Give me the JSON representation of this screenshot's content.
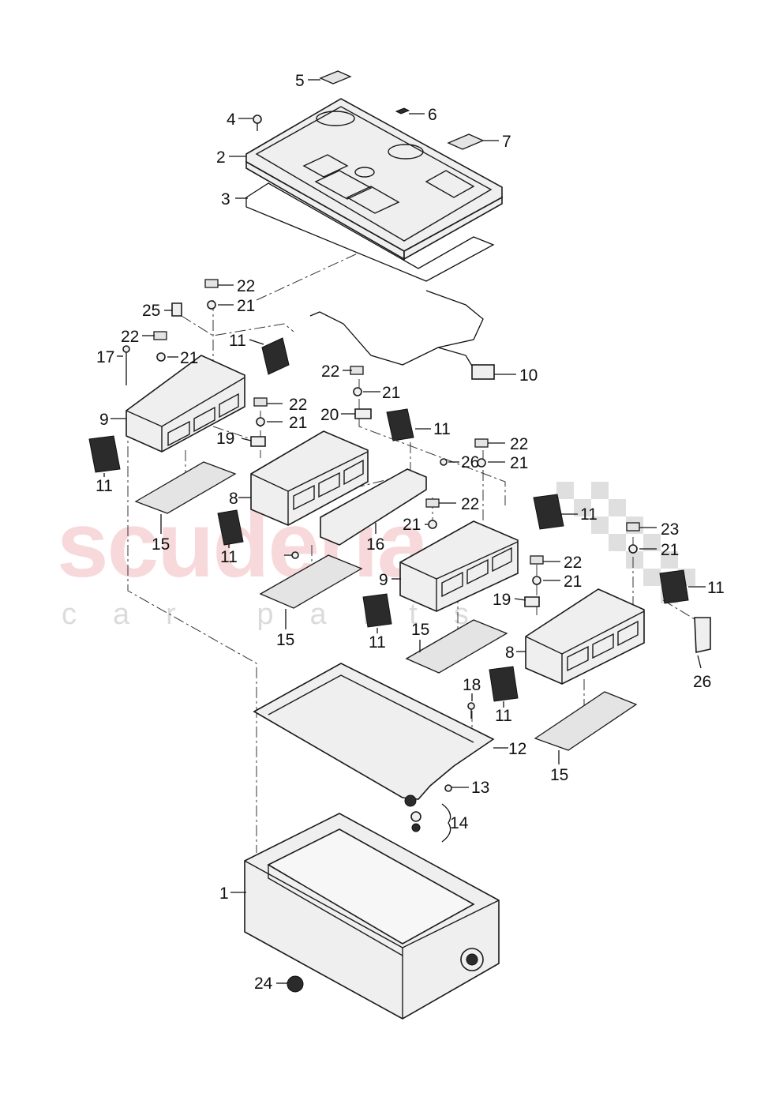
{
  "watermark": {
    "brand": "scuderia",
    "sub": "car parts"
  },
  "callouts": [
    {
      "id": "c1",
      "text": "1"
    },
    {
      "id": "c2",
      "text": "2"
    },
    {
      "id": "c3",
      "text": "3"
    },
    {
      "id": "c4",
      "text": "4"
    },
    {
      "id": "c5",
      "text": "5"
    },
    {
      "id": "c6",
      "text": "6"
    },
    {
      "id": "c7",
      "text": "7"
    },
    {
      "id": "c8a",
      "text": "8"
    },
    {
      "id": "c8b",
      "text": "8"
    },
    {
      "id": "c9a",
      "text": "9"
    },
    {
      "id": "c9b",
      "text": "9"
    },
    {
      "id": "c10",
      "text": "10"
    },
    {
      "id": "c11a",
      "text": "11"
    },
    {
      "id": "c11b",
      "text": "11"
    },
    {
      "id": "c11c",
      "text": "11"
    },
    {
      "id": "c11d",
      "text": "11"
    },
    {
      "id": "c11e",
      "text": "11"
    },
    {
      "id": "c11f",
      "text": "11"
    },
    {
      "id": "c11g",
      "text": "11"
    },
    {
      "id": "c11h",
      "text": "11"
    },
    {
      "id": "c12",
      "text": "12"
    },
    {
      "id": "c13",
      "text": "13"
    },
    {
      "id": "c14",
      "text": "14"
    },
    {
      "id": "c15a",
      "text": "15"
    },
    {
      "id": "c15b",
      "text": "15"
    },
    {
      "id": "c15c",
      "text": "15"
    },
    {
      "id": "c15d",
      "text": "15"
    },
    {
      "id": "c16",
      "text": "16"
    },
    {
      "id": "c17",
      "text": "17"
    },
    {
      "id": "c18",
      "text": "18"
    },
    {
      "id": "c19a",
      "text": "19"
    },
    {
      "id": "c19b",
      "text": "19"
    },
    {
      "id": "c20",
      "text": "20"
    },
    {
      "id": "c21a",
      "text": "21"
    },
    {
      "id": "c21b",
      "text": "21"
    },
    {
      "id": "c21c",
      "text": "21"
    },
    {
      "id": "c21d",
      "text": "21"
    },
    {
      "id": "c21e",
      "text": "21"
    },
    {
      "id": "c21f",
      "text": "21"
    },
    {
      "id": "c21g",
      "text": "21"
    },
    {
      "id": "c21h",
      "text": "21"
    },
    {
      "id": "c22a",
      "text": "22"
    },
    {
      "id": "c22b",
      "text": "22"
    },
    {
      "id": "c22c",
      "text": "22"
    },
    {
      "id": "c22d",
      "text": "22"
    },
    {
      "id": "c22e",
      "text": "22"
    },
    {
      "id": "c22f",
      "text": "22"
    },
    {
      "id": "c22g",
      "text": "22"
    },
    {
      "id": "c23",
      "text": "23"
    },
    {
      "id": "c24",
      "text": "24"
    },
    {
      "id": "c25",
      "text": "25"
    },
    {
      "id": "c26a",
      "text": "26"
    },
    {
      "id": "c26b",
      "text": "26"
    }
  ]
}
